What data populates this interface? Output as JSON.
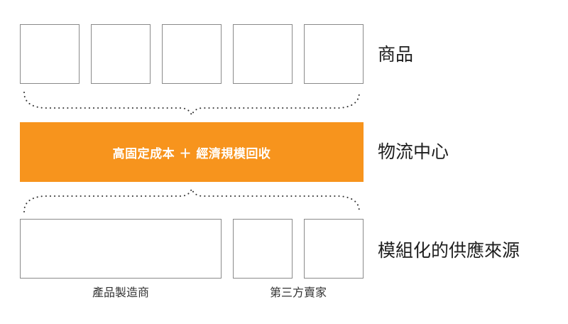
{
  "colors": {
    "accent": "#f7941d",
    "box_border": "#8a8a8a",
    "dots": "#333333"
  },
  "products": {
    "label": "商品",
    "count": 5
  },
  "center": {
    "band_text": "高固定成本 ＋ 經濟規模回收",
    "label": "物流中心"
  },
  "supply": {
    "label": "模組化的供應來源",
    "manufacturers_label": "產品製造商",
    "third_party_label": "第三方賣家"
  }
}
